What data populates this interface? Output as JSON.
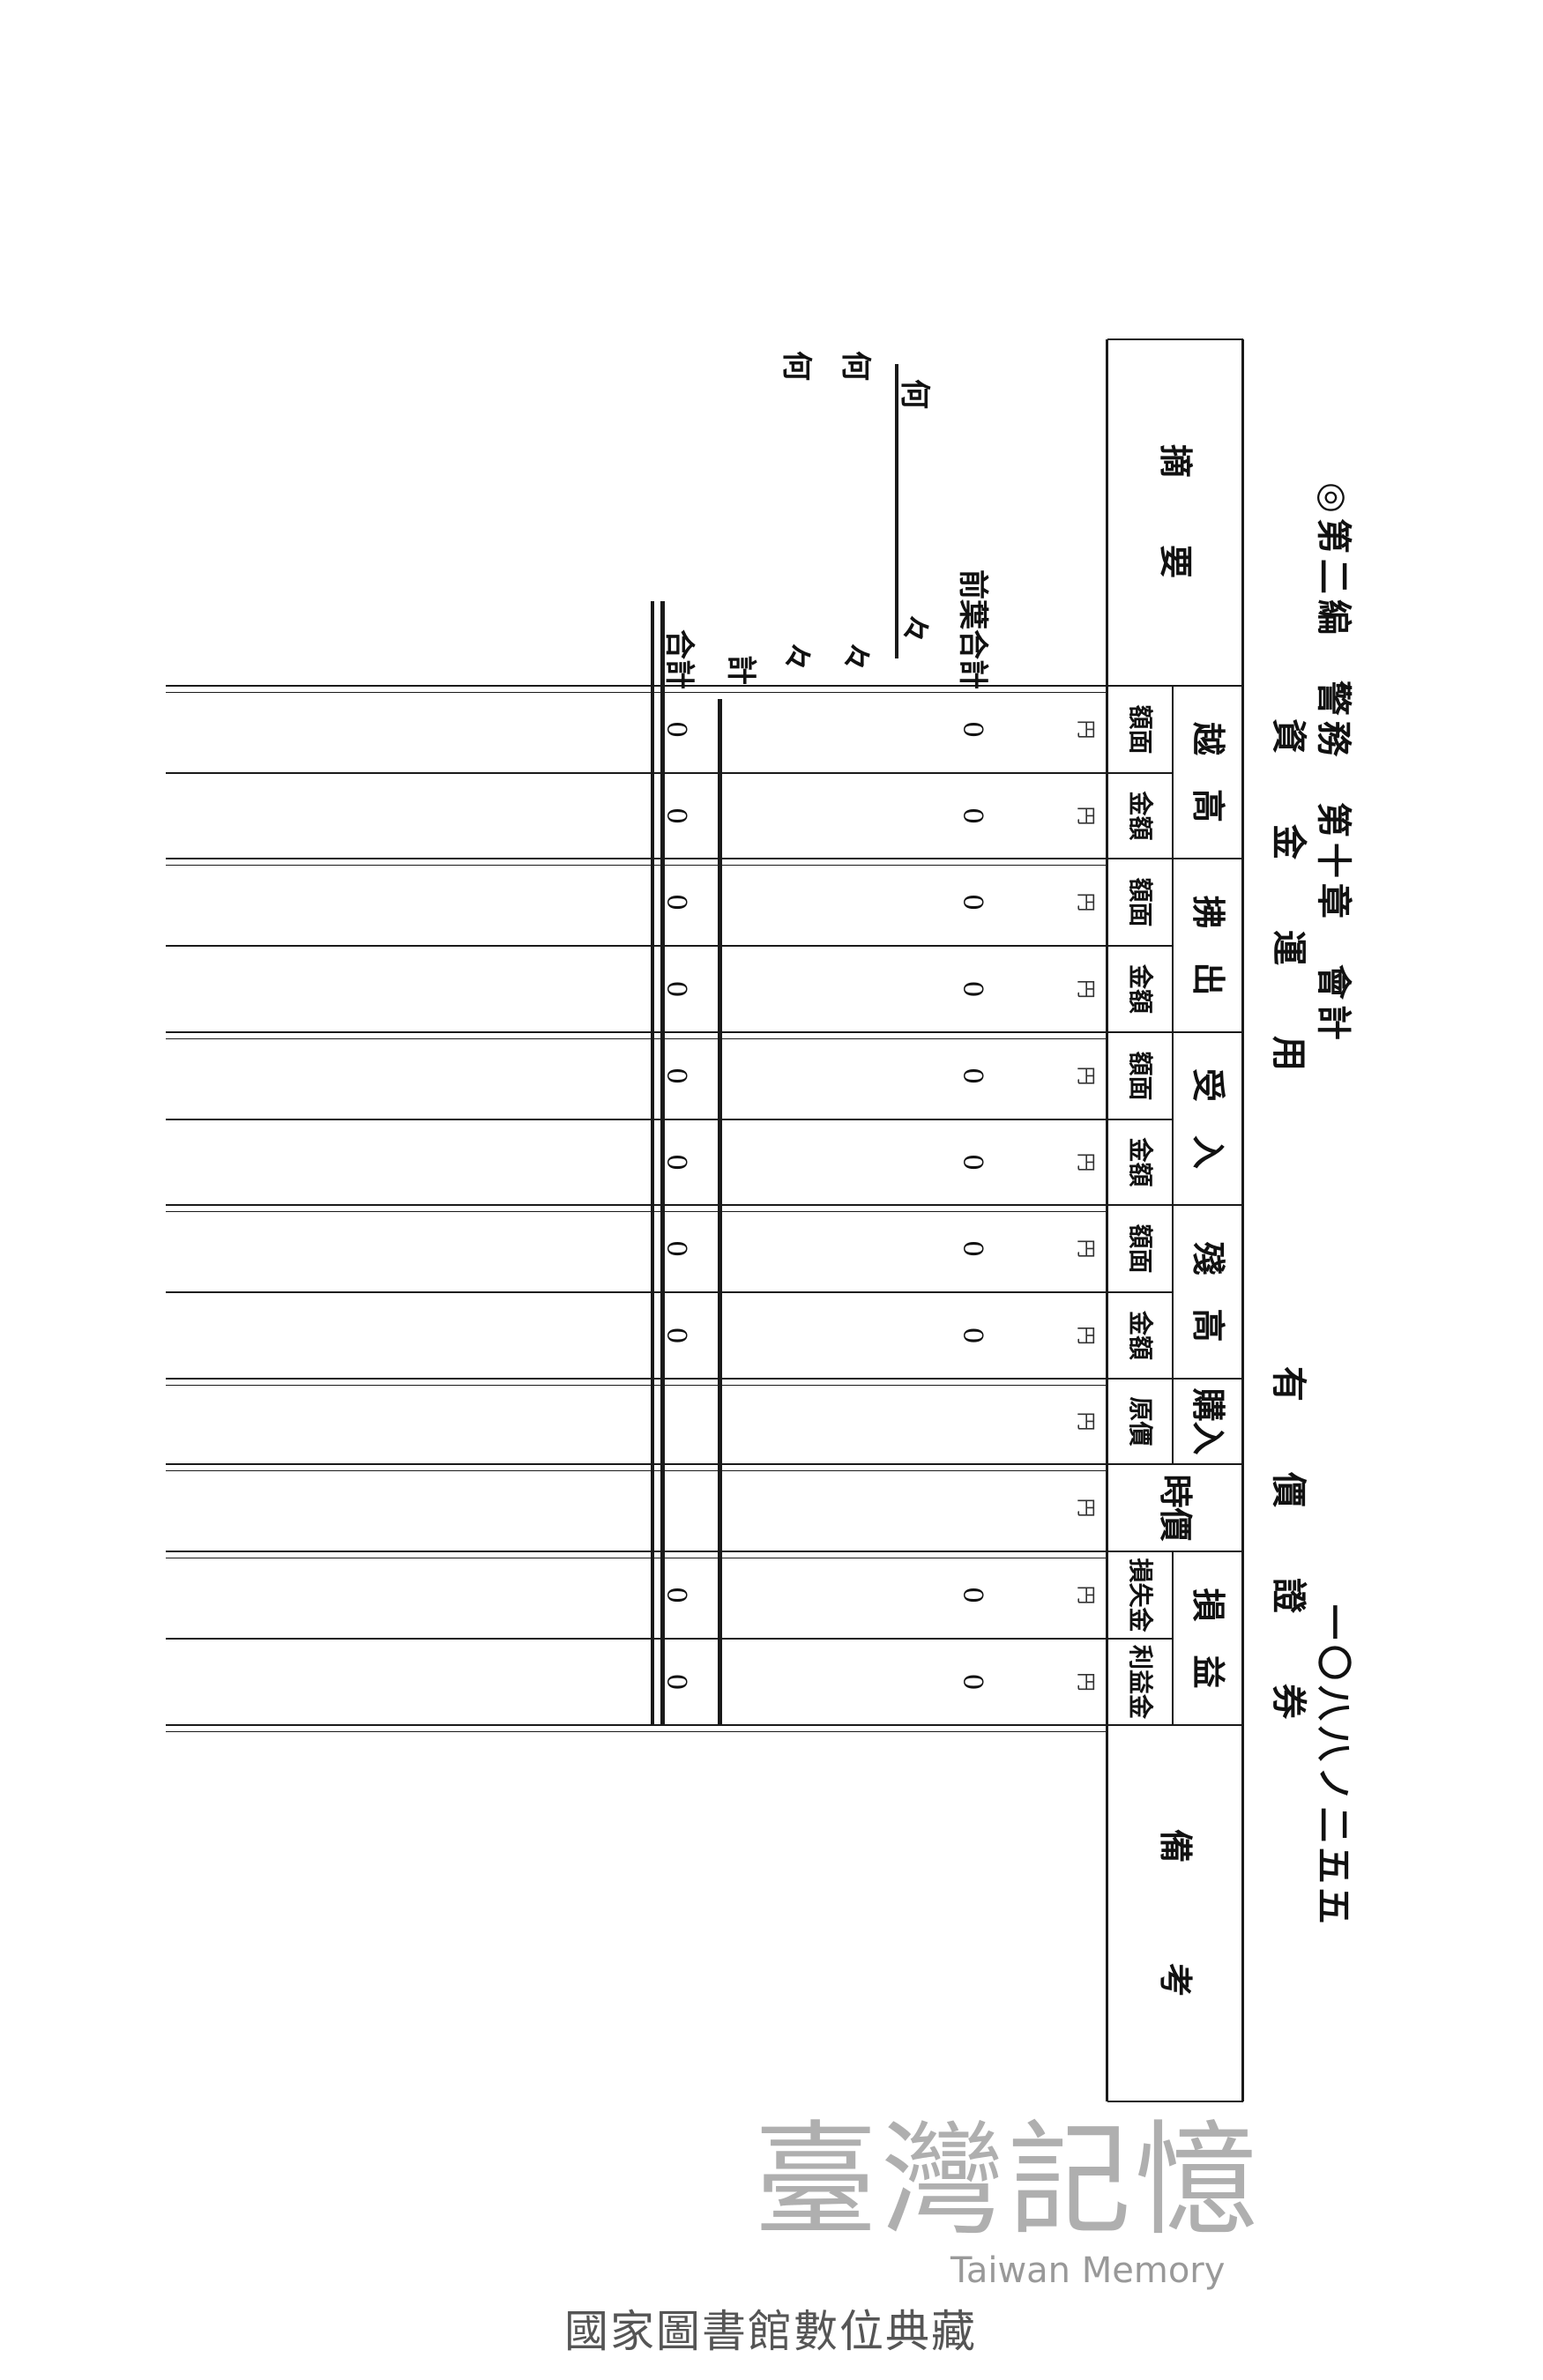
{
  "header": {
    "running_head": "◎第二編　警務　第十章　會計",
    "page_number": "一〇八八ノ二五五"
  },
  "form": {
    "title_left": "資　金　運　用",
    "title_right": "有　價　證　券"
  },
  "table": {
    "summary_header": "摘　　要",
    "remarks_header": "備　　　考",
    "groups": [
      {
        "label": "越　高",
        "subs": [
          "額面",
          "金額"
        ]
      },
      {
        "label": "拂　出",
        "subs": [
          "額面",
          "金額"
        ]
      },
      {
        "label": "受　入",
        "subs": [
          "額面",
          "金額"
        ]
      },
      {
        "label": "殘　高",
        "subs": [
          "額面",
          "金額"
        ]
      },
      {
        "label": "購入",
        "subs": [
          "原價"
        ]
      },
      {
        "label": "時價",
        "subs": []
      },
      {
        "label": "損　益",
        "subs": [
          "損失金",
          "利益金"
        ]
      }
    ],
    "unit": "円",
    "carried_total": {
      "label": "前葉合計",
      "values": [
        "0",
        "0",
        "0",
        "0",
        "0",
        "0",
        "0",
        "0",
        "",
        "",
        "0",
        "0"
      ]
    },
    "entries": [
      {
        "item": "何",
        "ditto": "々"
      },
      {
        "item": "何",
        "ditto": "々"
      },
      {
        "item": "何",
        "ditto": "々"
      }
    ],
    "subtotal_label": "計",
    "grand_total": {
      "label": "合計",
      "values": [
        "0",
        "0",
        "0",
        "0",
        "0",
        "0",
        "0",
        "0",
        "",
        "",
        "0",
        "0"
      ]
    }
  },
  "watermark": {
    "text": "臺灣記憶",
    "subtext": "Taiwan Memory"
  },
  "footer": "國家圖書館數位典藏"
}
